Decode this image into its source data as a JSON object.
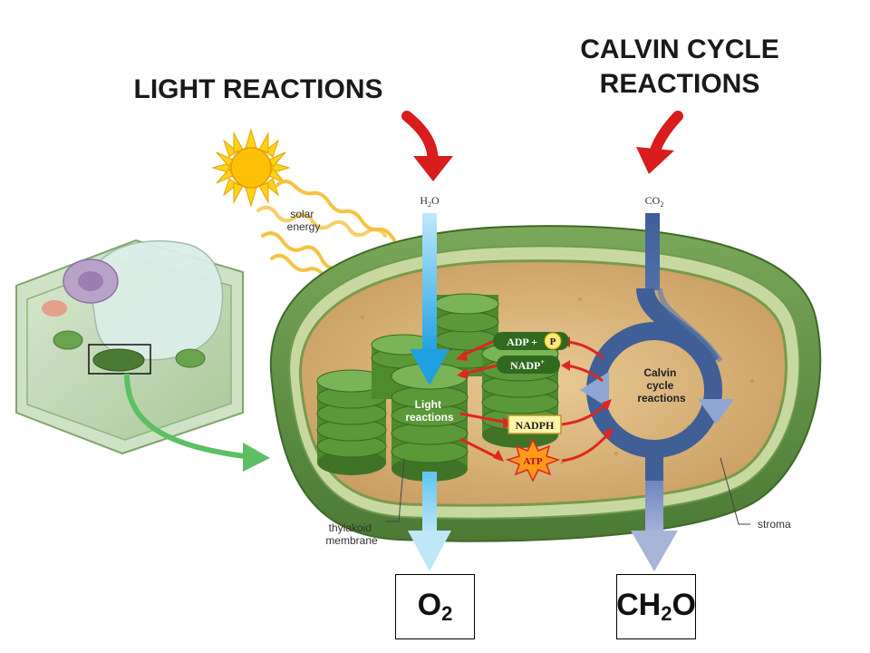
{
  "titles": {
    "light": "LIGHT REACTIONS",
    "calvin_line1": "CALVIN CYCLE",
    "calvin_line2": "REACTIONS"
  },
  "inputs": {
    "water": "H2O",
    "carbon_dioxide": "CO2"
  },
  "labels": {
    "solar_line1": "solar",
    "solar_line2": "energy",
    "light_reactions_line1": "Light",
    "light_reactions_line2": "reactions",
    "calvin_line1": "Calvin",
    "calvin_line2": "cycle",
    "calvin_line3": "reactions",
    "thylakoid_line1": "thylakoid",
    "thylakoid_line2": "membrane",
    "stroma": "stroma"
  },
  "molecules": {
    "adp": "ADP +",
    "p": "P",
    "nadp": "NADP",
    "nadp_charge": "+",
    "nadph": "NADPH",
    "atp": "ATP"
  },
  "products": {
    "o2_base": "O",
    "o2_sub": "2",
    "ch2o_base": "CH",
    "ch2o_sub": "2",
    "ch2o_tail": "O"
  },
  "colors": {
    "chloroplast_outer": "#5f8f45",
    "chloroplast_inner": "#d9b981",
    "grana": "#4f8a2f",
    "water_arrow": "#2fa7e0",
    "co2_arrow": "#3f5f96",
    "red_arrow": "#e0261f",
    "sun": "#ffd21a"
  }
}
